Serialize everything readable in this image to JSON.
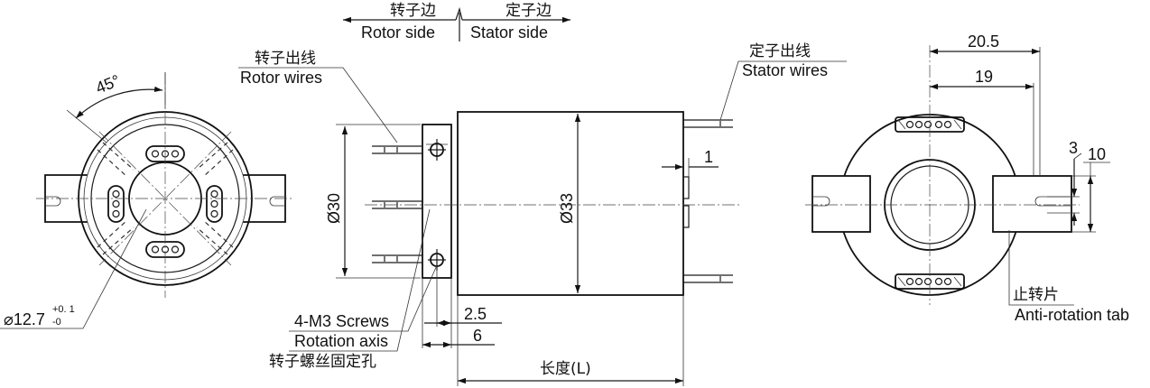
{
  "header": {
    "rotor_side_cn": "转子边",
    "rotor_side_en": "Rotor side",
    "stator_side_cn": "定子边",
    "stator_side_en": "Stator side"
  },
  "labels": {
    "rotor_wires_cn": "转子出线",
    "rotor_wires_en": "Rotor wires",
    "stator_wires_cn": "定子出线",
    "stator_wires_en": "Stator wires",
    "screws": "4-M3 Screws",
    "rotation_axis": "Rotation axis",
    "screw_hole_cn": "转子螺丝固定孔",
    "tab_cn": "止转片",
    "tab_en": "Anti-rotation tab"
  },
  "dimensions": {
    "angle": "45°",
    "bore_prefix": "⌀12.7",
    "bore_tol_upper": "+0. 1",
    "bore_tol_lower": "-0",
    "flange_dia": "Ø30",
    "body_dia": "Ø33",
    "dim_1": "1",
    "dim_2_5": "2.5",
    "dim_6": "6",
    "length": "长度(L)",
    "dim_20_5": "20.5",
    "dim_19": "19",
    "dim_3": "3",
    "dim_10": "10"
  }
}
